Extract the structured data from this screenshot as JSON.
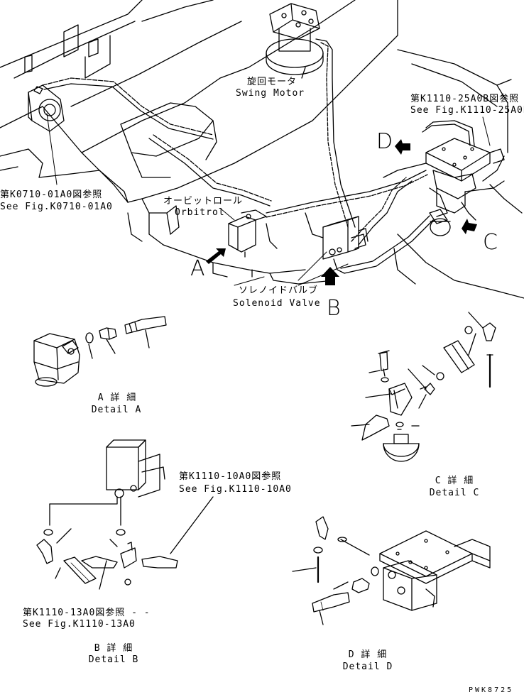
{
  "labels": {
    "swing_motor_jp": "旋回モータ",
    "swing_motor_en": "Swing Motor",
    "ref_25a0b_jp": "第K1110-25A0B図参照",
    "ref_25a0b_en": "See Fig.K1110-25A0B",
    "ref_k0710_jp": "第K0710-01A0図参照",
    "ref_k0710_en": "See Fig.K0710-01A0",
    "orbitrol_jp": "オービットロール",
    "orbitrol_en": "Orbitrol",
    "solenoid_jp": "ソレノイドバルブ",
    "solenoid_en": "Solenoid Valve",
    "detail_a_jp": "A 詳 細",
    "detail_a_en": "Detail A",
    "detail_b_jp": "B 詳 細",
    "detail_b_en": "Detail B",
    "detail_c_jp": "C 詳 細",
    "detail_c_en": "Detail C",
    "detail_d_jp": "D 詳 細",
    "detail_d_en": "Detail D",
    "ref_10a0_jp": "第K1110-10A0図参照",
    "ref_10a0_en": "See Fig.K1110-10A0",
    "ref_13a0_jp": "第K1110-13A0図参照 - -",
    "ref_13a0_en": "See Fig.K1110-13A0",
    "code": "PWK8725"
  },
  "view_letters": {
    "a": "A",
    "b": "B",
    "c": "C",
    "d": "D"
  }
}
